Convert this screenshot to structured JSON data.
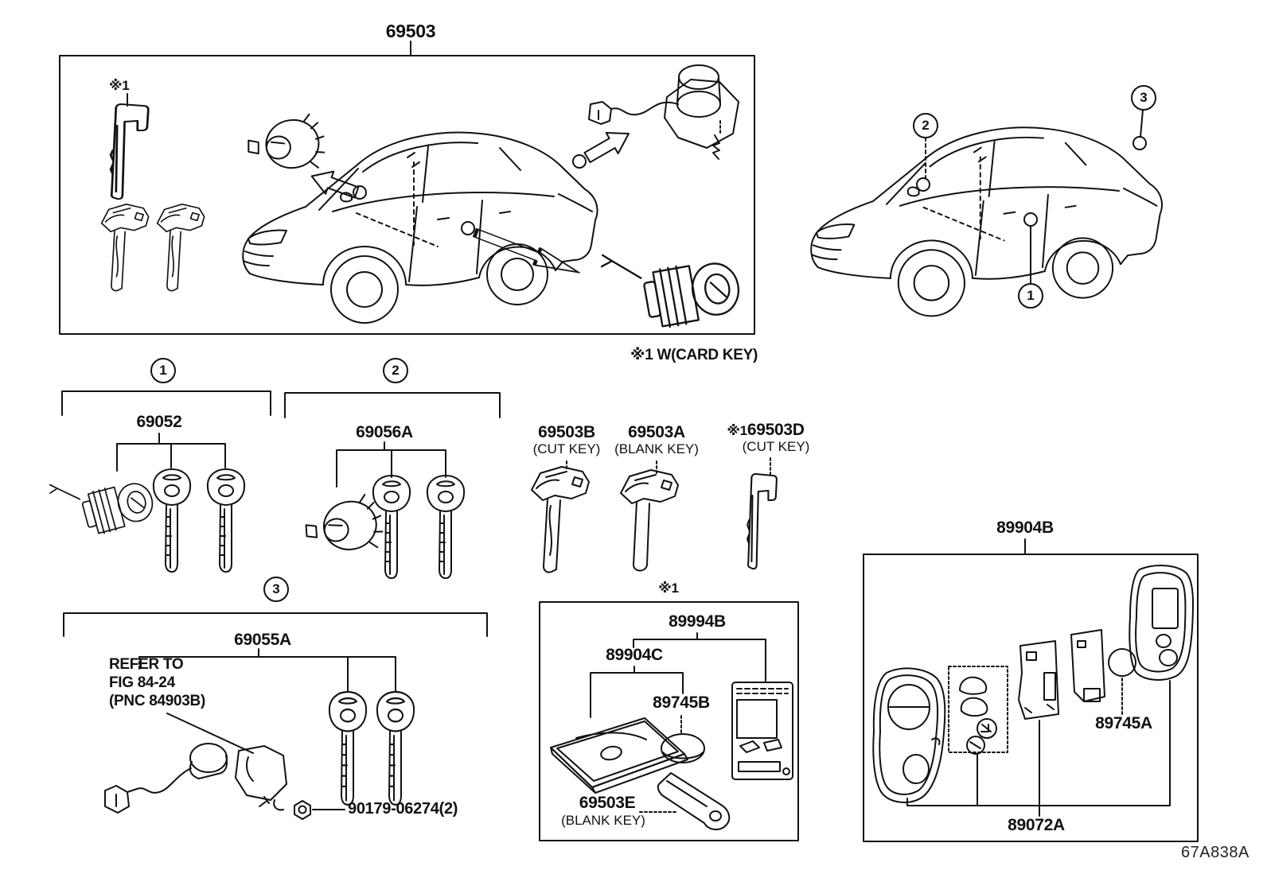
{
  "figure": {
    "code": "67A838A",
    "footnote": "※1 W(CARD KEY)",
    "colors": {
      "ink": "#111111",
      "background": "#ffffff"
    }
  },
  "callouts": {
    "c1": "1",
    "c2": "2",
    "c3": "3"
  },
  "main_box": {
    "part_no": "69503",
    "card_key_note": "※1"
  },
  "group1": {
    "part_no": "69052"
  },
  "group2": {
    "part_no": "69056A"
  },
  "group3": {
    "part_no": "69055A",
    "refer_line1": "REFER TO",
    "refer_line2": "FIG 84-24",
    "refer_line3": "(PNC 84903B)",
    "nut_part_no": "90179-06274(2)"
  },
  "keys": {
    "cut": {
      "part_no": "69503B",
      "kind": "(CUT KEY)"
    },
    "blank": {
      "part_no": "69503A",
      "kind": "(BLANK KEY)"
    },
    "card_cut": {
      "note": "※1",
      "part_no": "69503D",
      "kind": "(CUT KEY)"
    }
  },
  "card_key_box": {
    "note": "※1",
    "transmitter_part_no": "89994B",
    "housing_part_no": "89904C",
    "battery_part_no": "89745B",
    "blank_key_part_no": "69503E",
    "blank_key_kind": "(BLANK KEY)"
  },
  "smart_key_box": {
    "part_no": "89904B",
    "battery_part_no": "89745A",
    "module_part_no": "89072A"
  }
}
